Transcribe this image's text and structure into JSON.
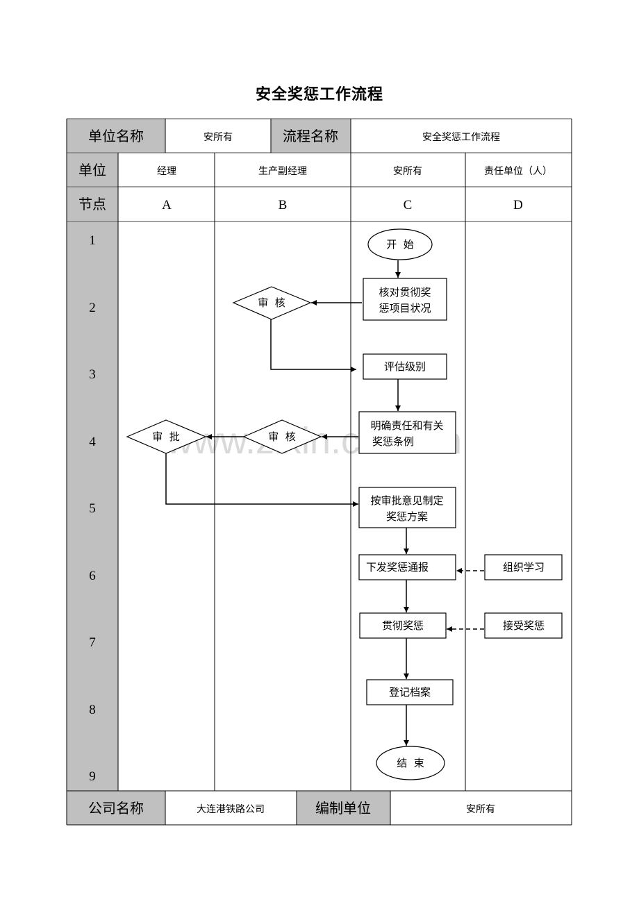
{
  "title": "安全奖惩工作流程",
  "header": {
    "unit_name_label": "单位名称",
    "unit_name_value": "安所有",
    "process_name_label": "流程名称",
    "process_name_value": "安全奖惩工作流程"
  },
  "units_row": {
    "label": "单位",
    "columns": [
      "经理",
      "生产副经理",
      "安所有",
      "责任单位（人）"
    ]
  },
  "nodes_row": {
    "label": "节点",
    "columns": [
      "A",
      "B",
      "C",
      "D"
    ]
  },
  "steps": [
    "1",
    "2",
    "3",
    "4",
    "5",
    "6",
    "7",
    "8",
    "9"
  ],
  "flow": {
    "start": "开  始",
    "verify_box_line1": "核对贯彻奖",
    "verify_box_line2": "惩项目状况",
    "review_1": "审  核",
    "assess_level": "评估级别",
    "clarify_line1": "明确责任和有关",
    "clarify_line2": "奖惩条例",
    "review_2": "审  核",
    "approve": "审  批",
    "plan_line1": "按审批意见制定",
    "plan_line2": "奖惩方案",
    "issue_notice": "下发奖惩通报",
    "organize_study": "组织学习",
    "implement": "贯彻奖惩",
    "accept": "接受奖惩",
    "register": "登记档案",
    "end": "结  束"
  },
  "footer": {
    "company_label": "公司名称",
    "company_value": "大连港铁路公司",
    "compiler_label": "编制单位",
    "compiler_value": "安所有"
  },
  "watermark": "www.zixin.com.cn"
}
